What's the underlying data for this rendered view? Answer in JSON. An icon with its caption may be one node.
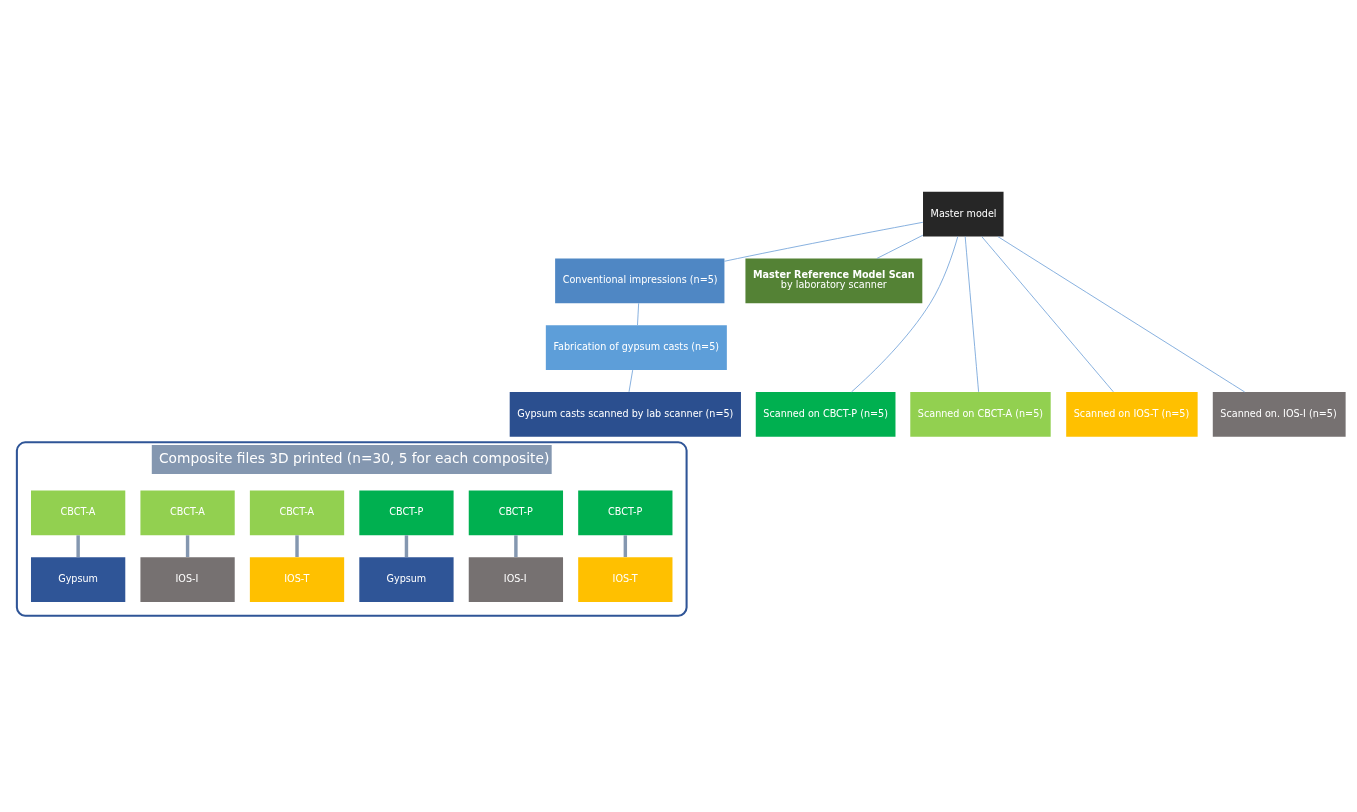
{
  "diagram": {
    "nodes": [
      {
        "text": [
          "Master model"
        ]
      },
      {
        "text": [
          "Conventional impressions (n=5)"
        ]
      },
      {
        "text": [
          "Fabrication of gypsum casts (n=5)"
        ]
      },
      {
        "text": [
          "Gypsum casts scanned by lab scanner (n=5)"
        ]
      },
      {
        "text": [
          "Master Reference Model Scan",
          "by laboratory scanner"
        ]
      },
      {
        "text": [
          "Scanned on CBCT-P (n=5)"
        ]
      },
      {
        "text": [
          "Scanned on CBCT-A (n=5)"
        ]
      },
      {
        "text": [
          "Scanned on IOS-T (n=5)"
        ]
      },
      {
        "text": [
          "Scanned on. IOS-I (n=5)"
        ]
      },
      {
        "text": [
          "Composite files 3D printed (n=30, 5 for each composite)"
        ]
      },
      {
        "text": [
          "CBCT-P"
        ],
        "in": 9
      },
      {
        "text": [
          "CBCT-P"
        ],
        "in": 9
      },
      {
        "text": [
          "CBCT-P"
        ],
        "in": 9
      },
      {
        "text": [
          "CBCT-A"
        ],
        "in": 9
      },
      {
        "text": [
          "CBCT-A"
        ],
        "in": 9
      },
      {
        "text": [
          "CBCT-A"
        ],
        "in": 9
      },
      {
        "text": [
          "IOS-T"
        ],
        "in": 9
      },
      {
        "text": [
          "IOS-I"
        ],
        "in": 9
      },
      {
        "text": [
          "Gypsum"
        ],
        "in": 9
      },
      {
        "text": [
          "IOS-T"
        ],
        "in": 9
      },
      {
        "text": [
          "IOS-I"
        ],
        "in": 9
      },
      {
        "text": [
          "Gypsum"
        ],
        "in": 9
      }
    ],
    "edges": [
      {
        "from": 0,
        "to": 1,
        "arrow": "none"
      },
      {
        "from": 0,
        "to": 4,
        "arrow": "none"
      },
      {
        "from": 1,
        "to": 2,
        "arrow": "none"
      },
      {
        "from": 2,
        "to": 3,
        "arrow": "none"
      },
      {
        "from": 0,
        "to": 5,
        "arrow": "none"
      },
      {
        "from": 0,
        "to": 6,
        "arrow": "none"
      },
      {
        "from": 0,
        "to": 7,
        "arrow": "none"
      },
      {
        "from": 0,
        "to": 8,
        "arrow": "none"
      },
      {
        "from": 10,
        "to": 16,
        "arrow": "none",
        "style": "thick",
        "color": "#8497b0"
      },
      {
        "from": 11,
        "to": 17,
        "arrow": "none",
        "style": "thick",
        "color": "#8497b0"
      },
      {
        "from": 12,
        "to": 18,
        "arrow": "none",
        "style": "thick",
        "color": "#8497b0"
      },
      {
        "from": 13,
        "to": 19,
        "arrow": "none",
        "style": "thick",
        "color": "#8497b0"
      },
      {
        "from": 14,
        "to": 20,
        "arrow": "none",
        "style": "thick",
        "color": "#8497b0"
      },
      {
        "from": 15,
        "to": 21,
        "arrow": "none",
        "style": "thick",
        "color": "#8497b0"
      }
    ]
  }
}
